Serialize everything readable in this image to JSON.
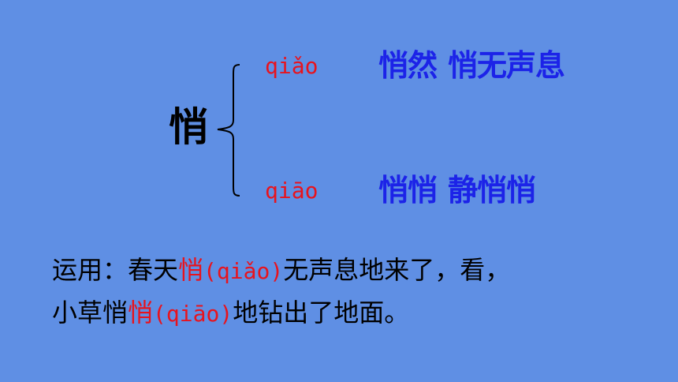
{
  "main": {
    "character": "悄",
    "readings": [
      {
        "pinyin": "qiǎo",
        "words": [
          "悄然",
          "悄无声息"
        ]
      },
      {
        "pinyin": "qiāo",
        "words": [
          "悄悄",
          "静悄悄"
        ]
      }
    ]
  },
  "usage": {
    "line1": {
      "prefix": "运用：春天",
      "highlight_char": "悄",
      "pinyin": "(qiǎo)",
      "suffix": "无声息地来了，看，"
    },
    "line2": {
      "prefix": "小草悄",
      "highlight_char": "悄",
      "pinyin": "(qiāo)",
      "suffix": "地钻出了地面。"
    }
  },
  "colors": {
    "background": "#5f8fe4",
    "pinyin": "#e8131d",
    "words": "#1c23e8",
    "text": "#000000"
  }
}
